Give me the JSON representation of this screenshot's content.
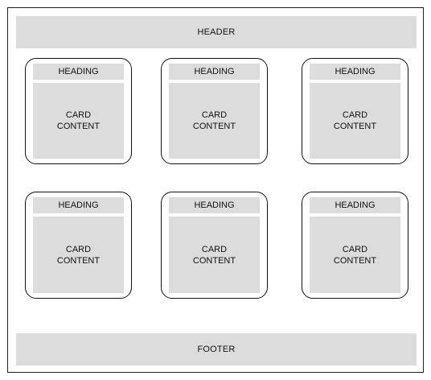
{
  "header": {
    "label": "HEADER"
  },
  "footer": {
    "label": "FOOTER"
  },
  "cards": [
    {
      "heading": "HEADING",
      "content": "CARD\nCONTENT"
    },
    {
      "heading": "HEADING",
      "content": "CARD\nCONTENT"
    },
    {
      "heading": "HEADING",
      "content": "CARD\nCONTENT"
    },
    {
      "heading": "HEADING",
      "content": "CARD\nCONTENT"
    },
    {
      "heading": "HEADING",
      "content": "CARD\nCONTENT"
    },
    {
      "heading": "HEADING",
      "content": "CARD\nCONTENT"
    }
  ]
}
